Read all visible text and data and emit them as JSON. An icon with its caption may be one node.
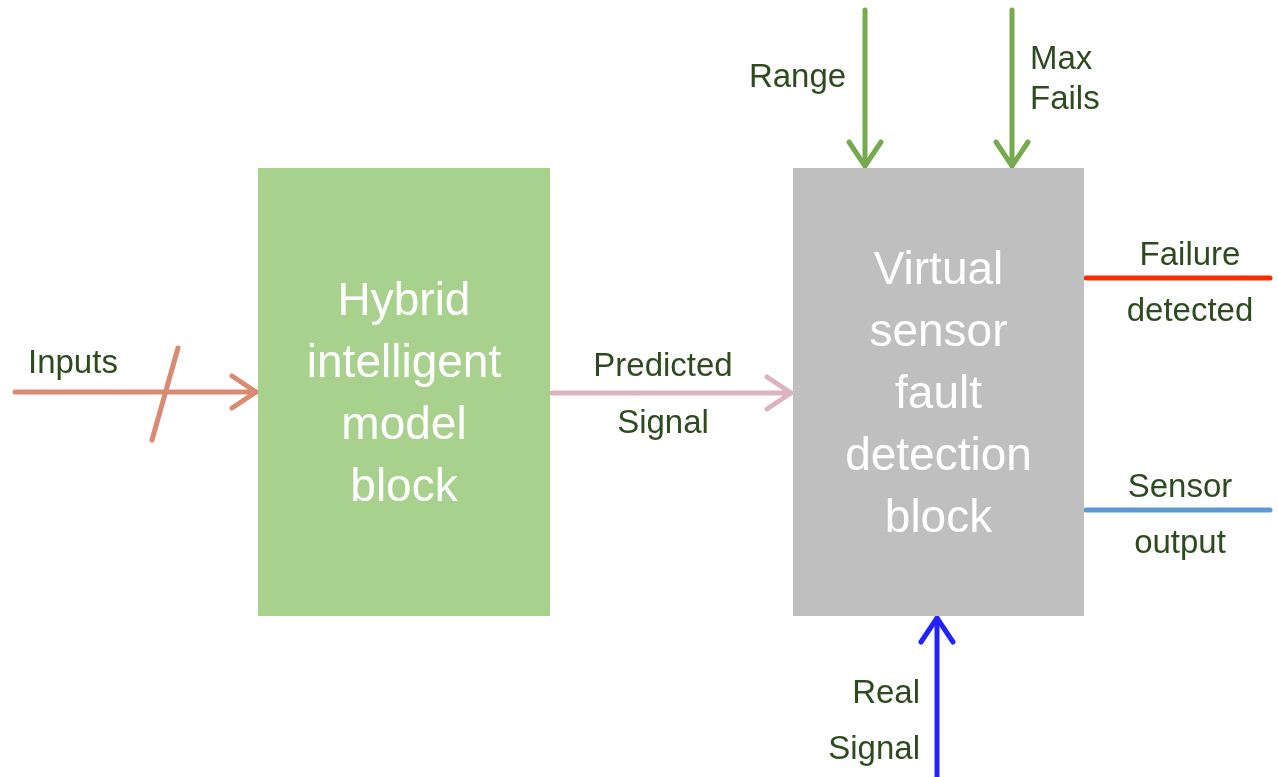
{
  "diagram": {
    "nodes": [
      {
        "text": [
          "Hybrid intelligent model block"
        ]
      },
      {
        "text": [
          "Virtual sensor fault detection block"
        ]
      }
    ],
    "edges": [
      {
        "from": null,
        "to": 0,
        "arrow": "to",
        "label": "Inputs",
        "color": "#d98a72"
      },
      {
        "from": 0,
        "to": 1,
        "arrow": "to",
        "label": "Predicted Signal",
        "color": "#dcb4c0"
      },
      {
        "from": null,
        "to": 1,
        "arrow": "to",
        "label": "Range",
        "color": "#77a94e"
      },
      {
        "from": null,
        "to": 1,
        "arrow": "to",
        "label": "Max Fails",
        "color": "#77a94e"
      },
      {
        "from": 1,
        "to": null,
        "arrow": "none",
        "label": "Failure detected",
        "color": "#ff2a00"
      },
      {
        "from": 1,
        "to": null,
        "arrow": "none",
        "label": "Sensor output",
        "color": "#5b9bd5"
      },
      {
        "from": null,
        "to": 1,
        "arrow": "to",
        "label": "Real Signal",
        "color": "#2222ff"
      }
    ]
  }
}
